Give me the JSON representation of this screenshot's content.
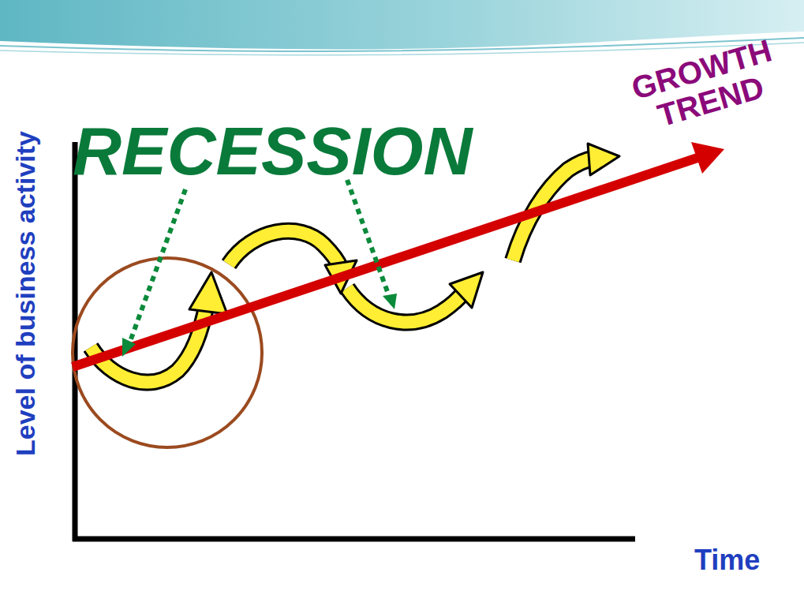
{
  "diagram": {
    "labels": [
      "RECESSION",
      "GROWTH TREND",
      "Level of business activity",
      "Time"
    ]
  }
}
